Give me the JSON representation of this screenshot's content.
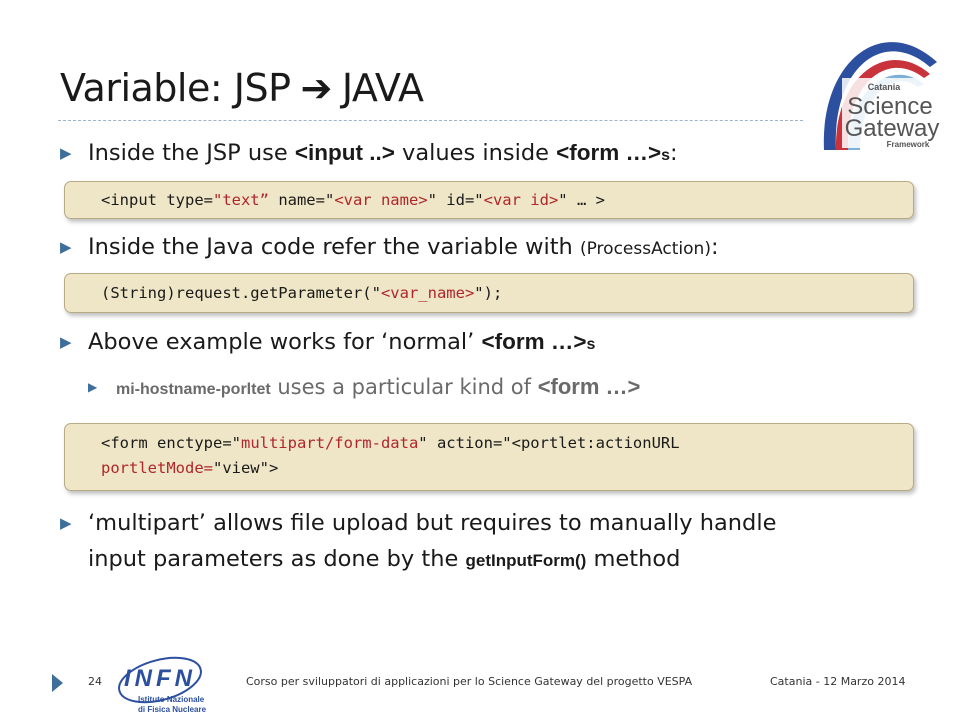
{
  "slide": {
    "title_left": "Variable: JSP",
    "title_arrow": "➔",
    "title_right": "JAVA",
    "bullets": [
      {
        "pre": "Inside the JSP use ",
        "tag1": "<input ..>",
        "mid": " values inside ",
        "tag2": "<form …>",
        "post_small": "s",
        "post": ":"
      },
      {
        "pre": "Inside the Java code refer the variable with ",
        "paren": "(ProcessAction)",
        "post": ":"
      },
      {
        "pre": "Above example works for ‘normal’ ",
        "tag": "<form …>",
        "post_small": "s"
      },
      {
        "l1_pre": "‘multipart’ allows file upload but requires to manually  handle",
        "l2_pre": "input parameters as done by the ",
        "l2_code": "getInputForm()",
        "l2_post": " method"
      }
    ],
    "sub_bullet": {
      "code": "mi-hostname-porltet",
      "mid": " uses a particular kind of ",
      "tag": "<form …>"
    },
    "code1": {
      "a": "<input type=",
      "b": "\"text”",
      "c": " name=\"",
      "d": "<var name>",
      "e": "\" id=\"",
      "f": "<var id>",
      "g": "\" … >"
    },
    "code2": {
      "a": "(String)request.getParameter(\"",
      "b": "<var_name>",
      "c": "\");"
    },
    "code3": {
      "a": "<form enctype=\"",
      "b": "multipart/form-data",
      "c": "\" action=\"<portlet:actionURL",
      "d": "portletMode=",
      "e": "\"view\"",
      "f": ">"
    }
  },
  "logo": {
    "line1": "Catania",
    "line2": "Science",
    "line3": "Gateway",
    "line4": "Framework"
  },
  "footer": {
    "page": "24",
    "infn": "INFN",
    "infn_sub1": "Istituto Nazionale",
    "infn_sub2": "di Fisica Nucleare",
    "course": "Corso per sviluppatori di applicazioni per lo Science Gateway del progetto VESPA",
    "date": "Catania - 12 Marzo 2014"
  },
  "colors": {
    "accent": "#3d6f9a",
    "code_bg": "#efe6c7",
    "code_red": "#b0262b"
  }
}
